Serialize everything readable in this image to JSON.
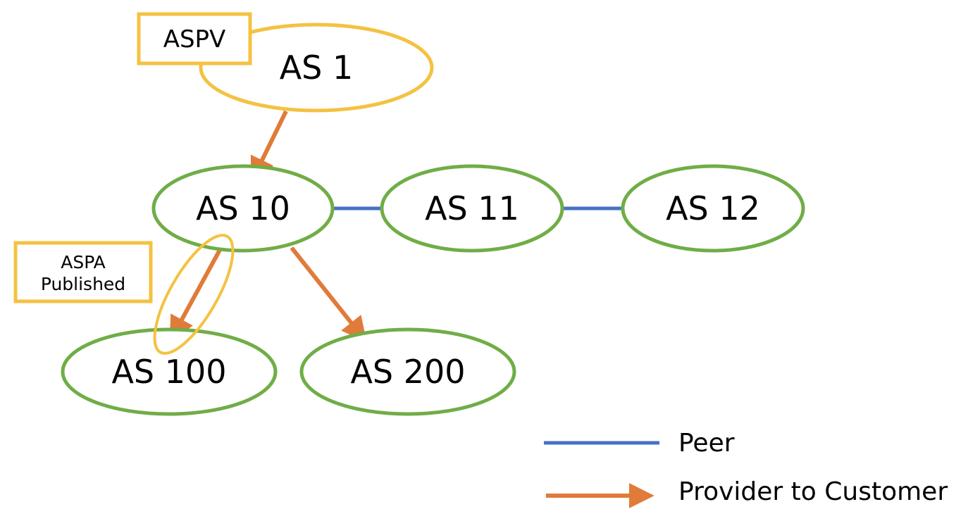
{
  "colors": {
    "as_node_border": "#70ad47",
    "highlight": "#f4c242",
    "peer_link": "#4472c4",
    "provider_customer_link": "#e07b39",
    "text": "#000000"
  },
  "nodes": {
    "as1": "AS 1",
    "as10": "AS 10",
    "as11": "AS 11",
    "as12": "AS 12",
    "as100": "AS 100",
    "as200": "AS 200"
  },
  "tags": {
    "aspv": "ASPV",
    "aspa_line1": "ASPA",
    "aspa_line2": "Published"
  },
  "legend": {
    "peer": "Peer",
    "provider_to_customer": "Provider to Customer"
  }
}
